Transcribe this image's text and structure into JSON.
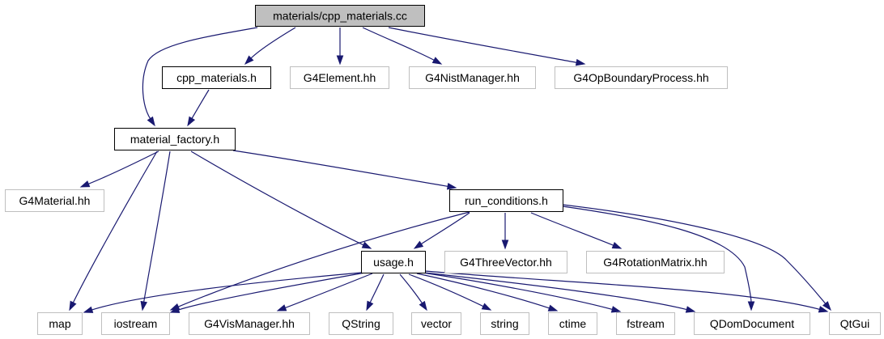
{
  "colors": {
    "edge": "#191970",
    "root_fill": "#bfbfbf",
    "internal_border": "#000000",
    "external_border": "#bfbfbf",
    "text": "#000000",
    "background": "#ffffff"
  },
  "nodes": {
    "root": {
      "label": "materials/cpp_materials.cc",
      "kind": "root"
    },
    "cpp_materials_h": {
      "label": "cpp_materials.h",
      "kind": "internal"
    },
    "g4element": {
      "label": "G4Element.hh",
      "kind": "external"
    },
    "g4nistmanager": {
      "label": "G4NistManager.hh",
      "kind": "external"
    },
    "g4opboundary": {
      "label": "G4OpBoundaryProcess.hh",
      "kind": "external"
    },
    "material_factory_h": {
      "label": "material_factory.h",
      "kind": "internal"
    },
    "g4material": {
      "label": "G4Material.hh",
      "kind": "external"
    },
    "run_conditions_h": {
      "label": "run_conditions.h",
      "kind": "internal"
    },
    "usage_h": {
      "label": "usage.h",
      "kind": "internal"
    },
    "g4threevector": {
      "label": "G4ThreeVector.hh",
      "kind": "external"
    },
    "g4rotationmatrix": {
      "label": "G4RotationMatrix.hh",
      "kind": "external"
    },
    "map": {
      "label": "map",
      "kind": "external"
    },
    "iostream": {
      "label": "iostream",
      "kind": "external"
    },
    "g4vismanager": {
      "label": "G4VisManager.hh",
      "kind": "external"
    },
    "qstring": {
      "label": "QString",
      "kind": "external"
    },
    "vector": {
      "label": "vector",
      "kind": "external"
    },
    "string": {
      "label": "string",
      "kind": "external"
    },
    "ctime": {
      "label": "ctime",
      "kind": "external"
    },
    "fstream": {
      "label": "fstream",
      "kind": "external"
    },
    "qdomdocument": {
      "label": "QDomDocument",
      "kind": "external"
    },
    "qtgui": {
      "label": "QtGui",
      "kind": "external"
    }
  },
  "edges": [
    [
      "root",
      "cpp_materials_h"
    ],
    [
      "root",
      "g4element"
    ],
    [
      "root",
      "g4nistmanager"
    ],
    [
      "root",
      "g4opboundary"
    ],
    [
      "root",
      "material_factory_h"
    ],
    [
      "cpp_materials_h",
      "material_factory_h"
    ],
    [
      "material_factory_h",
      "g4material"
    ],
    [
      "material_factory_h",
      "run_conditions_h"
    ],
    [
      "material_factory_h",
      "usage_h"
    ],
    [
      "material_factory_h",
      "map"
    ],
    [
      "material_factory_h",
      "iostream"
    ],
    [
      "run_conditions_h",
      "usage_h"
    ],
    [
      "run_conditions_h",
      "g4threevector"
    ],
    [
      "run_conditions_h",
      "g4rotationmatrix"
    ],
    [
      "run_conditions_h",
      "iostream"
    ],
    [
      "run_conditions_h",
      "qdomdocument"
    ],
    [
      "run_conditions_h",
      "qtgui"
    ],
    [
      "usage_h",
      "map"
    ],
    [
      "usage_h",
      "iostream"
    ],
    [
      "usage_h",
      "g4vismanager"
    ],
    [
      "usage_h",
      "qstring"
    ],
    [
      "usage_h",
      "vector"
    ],
    [
      "usage_h",
      "string"
    ],
    [
      "usage_h",
      "ctime"
    ],
    [
      "usage_h",
      "fstream"
    ],
    [
      "usage_h",
      "qdomdocument"
    ],
    [
      "usage_h",
      "qtgui"
    ]
  ]
}
